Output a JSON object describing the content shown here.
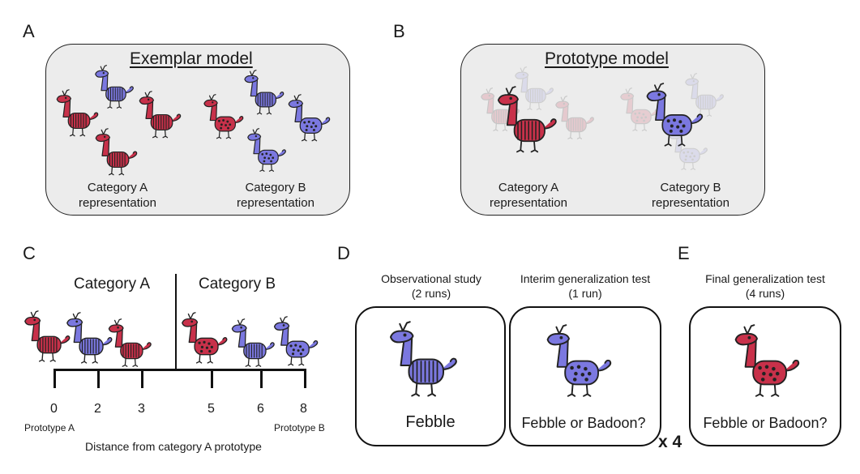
{
  "panels": {
    "A": {
      "letter": "A",
      "title": "Exemplar model",
      "captions": [
        "Category A\nrepresentation",
        "Category B\nrepresentation"
      ]
    },
    "B": {
      "letter": "B",
      "title": "Prototype model",
      "captions": [
        "Category A\nrepresentation",
        "Category B\nrepresentation"
      ]
    },
    "C": {
      "letter": "C",
      "category_a": "Category A",
      "category_b": "Category B",
      "ticks": [
        "0",
        "2",
        "3",
        "5",
        "6",
        "8"
      ],
      "prototype_a": "Prototype A",
      "prototype_b": "Prototype B",
      "axis_label": "Distance from category A prototype"
    },
    "D": {
      "letter": "D",
      "study_header": "Observational study\n(2 runs)",
      "study_text": "Febble",
      "interim_header": "Interim generalization test\n(1 run)",
      "interim_text": "Febble or Badoon?",
      "repeat": "x 4"
    },
    "E": {
      "letter": "E",
      "final_header": "Final generalization test\n(4 runs)",
      "final_text": "Febble or Badoon?"
    }
  },
  "colors": {
    "red": "#c8314a",
    "blue": "#7b78e0",
    "panel_bg": "#ececec"
  }
}
